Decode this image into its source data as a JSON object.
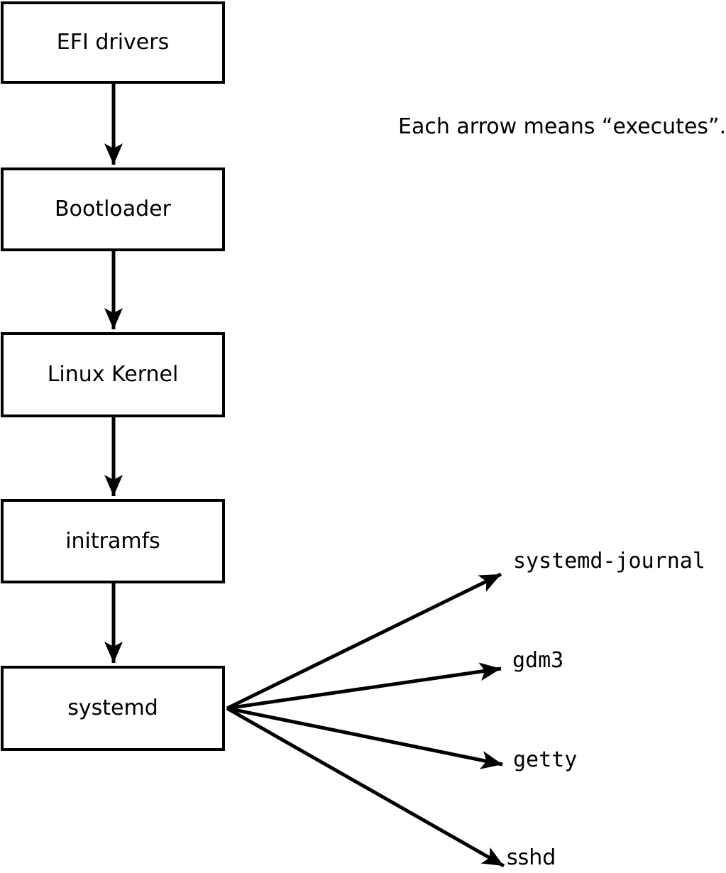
{
  "diagram": {
    "note": "Each arrow means “executes”.",
    "arrow_meaning": "executes",
    "chain_nodes": [
      {
        "id": "efi-drivers",
        "label": "EFI drivers"
      },
      {
        "id": "bootloader",
        "label": "Bootloader"
      },
      {
        "id": "linux-kernel",
        "label": "Linux Kernel"
      },
      {
        "id": "initramfs",
        "label": "initramfs"
      },
      {
        "id": "systemd",
        "label": "systemd"
      }
    ],
    "spawned_processes": [
      {
        "id": "systemd-journal",
        "label": "systemd-journal"
      },
      {
        "id": "gdm3",
        "label": "gdm3"
      },
      {
        "id": "getty",
        "label": "getty"
      },
      {
        "id": "sshd",
        "label": "sshd"
      }
    ],
    "edges": [
      {
        "from": "EFI drivers",
        "to": "Bootloader"
      },
      {
        "from": "Bootloader",
        "to": "Linux Kernel"
      },
      {
        "from": "Linux Kernel",
        "to": "initramfs"
      },
      {
        "from": "initramfs",
        "to": "systemd"
      },
      {
        "from": "systemd",
        "to": "systemd-journal"
      },
      {
        "from": "systemd",
        "to": "gdm3"
      },
      {
        "from": "systemd",
        "to": "getty"
      },
      {
        "from": "systemd",
        "to": "sshd"
      }
    ],
    "colors": {
      "stroke": "#000000",
      "fill": "#ffffff",
      "text": "#000000",
      "background": "#ffffff"
    }
  }
}
